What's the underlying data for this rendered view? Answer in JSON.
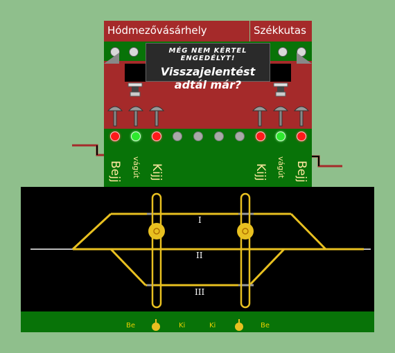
{
  "stations": {
    "left": "Hódmezővásárhely",
    "right": "Székkutas"
  },
  "banner": {
    "line1": "MÉG NEM KÉRTEL ENGEDÉLYT!",
    "line2": "Visszajelentést adtál már?"
  },
  "signals": {
    "left": {
      "entry_label": "Bejj",
      "middle_label": "vágút",
      "exit_label": "Kijj"
    },
    "right": {
      "exit_label": "Kijj",
      "middle_label": "vágút",
      "entry_label": "Bejj"
    }
  },
  "tracks": {
    "track1": "I",
    "track2": "II",
    "track3": "III"
  },
  "footer": {
    "be_left": "Be",
    "ki_left": "Ki",
    "ki_right": "Ki",
    "be_right": "Be"
  },
  "colors": {
    "panel_red": "#a52a2a",
    "panel_green": "#087308",
    "track": "#e8c020",
    "background": "#8fbf8c"
  }
}
